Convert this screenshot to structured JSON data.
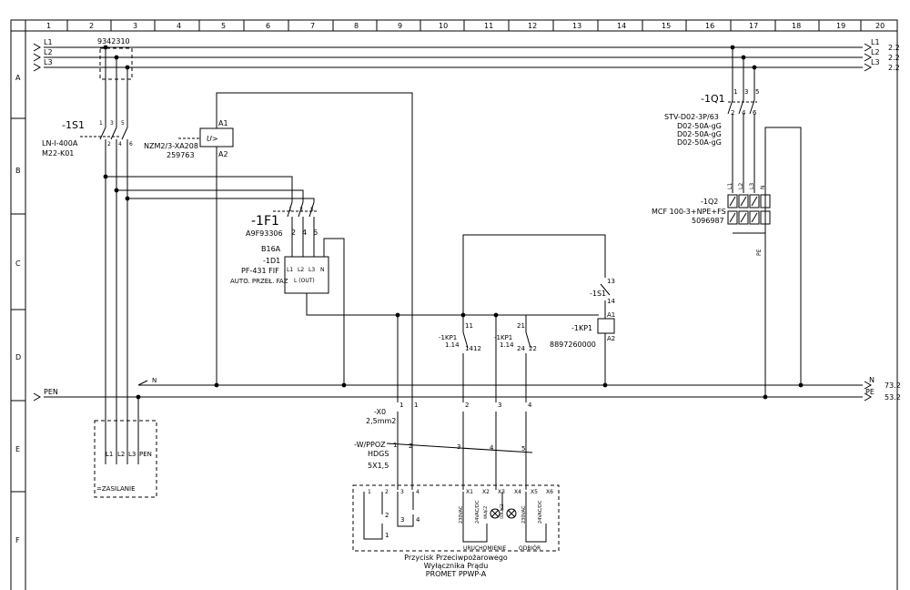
{
  "columns": [
    "1",
    "2",
    "3",
    "4",
    "5",
    "6",
    "7",
    "8",
    "9",
    "10",
    "11",
    "12",
    "13",
    "14",
    "15",
    "16",
    "17",
    "18",
    "19",
    "20"
  ],
  "rows": [
    "A",
    "B",
    "C",
    "D",
    "E",
    "F"
  ],
  "supply": {
    "phases_left": [
      "L1",
      "L2",
      "L3"
    ],
    "phases_right": [
      "L1",
      "L2",
      "L3"
    ],
    "phase_refs": [
      "2.2",
      "2.2",
      "2.2"
    ],
    "top_ref": "9342310",
    "pen_left": "PEN",
    "n_label": "N",
    "pe_label": "PE",
    "n_ref": "73.2",
    "pe_ref": "53.2"
  },
  "s1": {
    "tag": "-1S1",
    "model1": "LN-I-400A",
    "model2": "M22-K01",
    "poles": [
      "1",
      "2",
      "3",
      "4",
      "5",
      "6"
    ]
  },
  "nzm": {
    "model": "NZM2/3-XA208",
    "code": "259763",
    "a1": "A1",
    "a2": "A2",
    "symbol": "U>"
  },
  "f1": {
    "tag": "-1F1",
    "code": "A9F93306",
    "poles_top": [
      "1",
      "3",
      "5"
    ],
    "poles_bottom": [
      "2",
      "4",
      "6"
    ],
    "rating": "B16A"
  },
  "d1": {
    "tag": "-1D1",
    "model": "PF-431 FIF",
    "desc": "AUTO. PRZEŁ. FAZ",
    "terminals": [
      "L1",
      "L2",
      "L3",
      "N"
    ],
    "out": "L (OUT)"
  },
  "q1": {
    "tag": "-1Q1",
    "model": "STV-D02-3P/63",
    "fuses": [
      "D02-50A-gG",
      "D02-50A-gG",
      "D02-50A-gG"
    ],
    "poles_top": [
      "1",
      "3",
      "5"
    ],
    "poles_bottom": [
      "2",
      "4",
      "6"
    ]
  },
  "q2": {
    "tag": "-1Q2",
    "model": "MCF 100-3+NPE+FS",
    "code": "5096987",
    "terminals": [
      "L1",
      "L2",
      "L3",
      "N"
    ],
    "pe": "PE"
  },
  "s1b": {
    "tag": "-1S1",
    "n1": "13",
    "n2": "14"
  },
  "kp1": {
    "tag": "-1KP1",
    "code": "8897260000",
    "a1": "A1",
    "a2": "A2",
    "c1_tag": "-1KP1",
    "c1_ref": "1.14",
    "c1_top": "11",
    "c1_b1": "14",
    "c1_b2": "12",
    "c2_tag": "-1KP1",
    "c2_ref": "1.14",
    "c2_top": "21",
    "c2_b1": "24",
    "c2_b2": "22"
  },
  "x0": {
    "tag": "-X0",
    "size": "2,5mm2",
    "numbers": [
      "1",
      "1",
      "2",
      "3",
      "4"
    ]
  },
  "cable": {
    "tag": "-W/PPOZ",
    "type": "HDGS",
    "cores": "5X1,5",
    "numbers": [
      "1",
      "2",
      "3",
      "4",
      "5"
    ]
  },
  "zasilanie": {
    "terminals": [
      "L1",
      "L2",
      "L3",
      "PEN"
    ],
    "label": "=ZASILANIE"
  },
  "ppwp": {
    "terminals": [
      "1",
      "2",
      "3",
      "4",
      "X1",
      "X2",
      "X3",
      "X4",
      "X5",
      "X6"
    ],
    "voltages": [
      "230VAC",
      "24VAC/DC",
      "230VAC",
      "24VAC/DC"
    ],
    "lamp_labels": [
      "WŁĄCZ",
      "ODŁĄCZ"
    ],
    "contact_nums": [
      "2",
      "1",
      "3",
      "4"
    ],
    "label_uruch": "URUCHOMIENIE",
    "label_odbior": "ODBIÓR",
    "title1": "Przycisk Przeciwpożarowego",
    "title2": "Wyłącznika Prądu",
    "title3": "PROMET PPWP-A"
  }
}
